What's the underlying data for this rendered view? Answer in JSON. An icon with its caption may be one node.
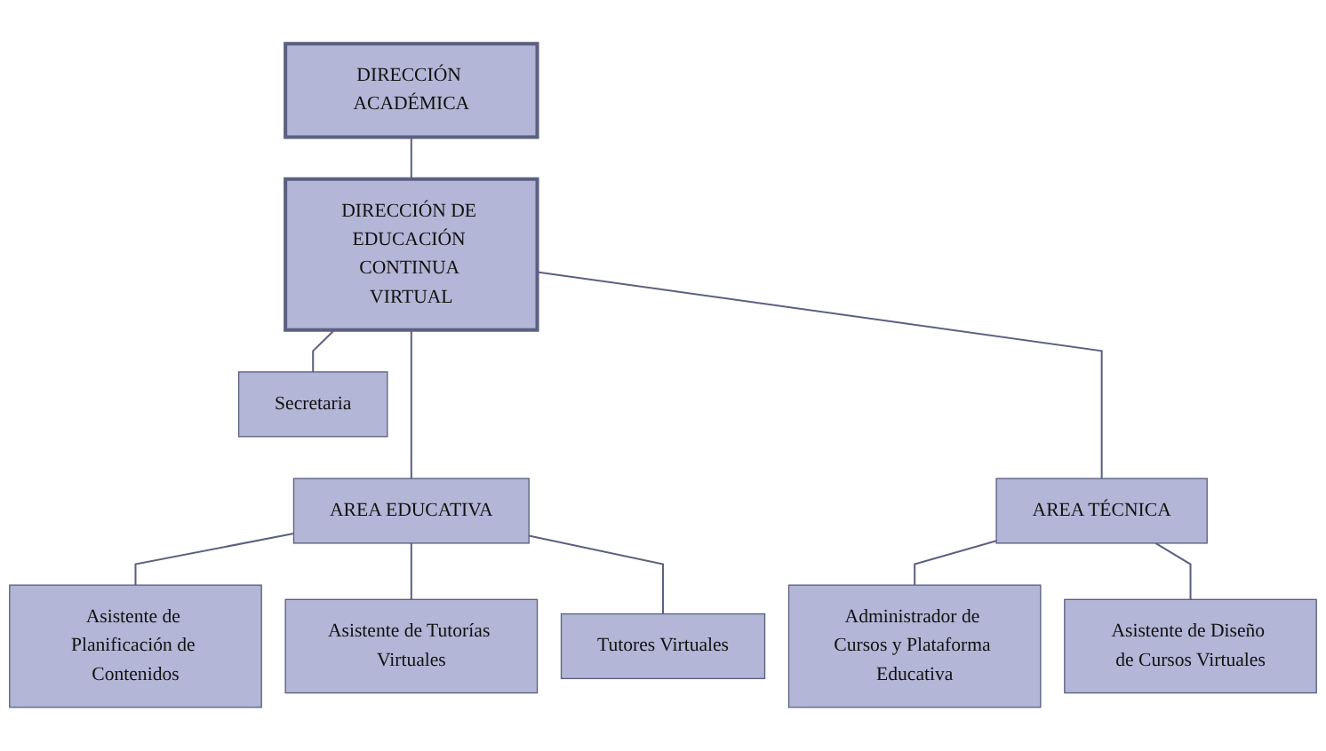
{
  "diagram": {
    "nodes": [
      {
        "text": [
          "DIRECCIÓN ACADÉMICA"
        ]
      },
      {
        "text": [
          "DIRECCIÓN DE EDUCACIÓN CONTINUA VIRTUAL"
        ]
      },
      {
        "text": [
          "Secretaria"
        ]
      },
      {
        "text": [
          "AREA EDUCATIVA"
        ]
      },
      {
        "text": [
          "AREA TÉCNICA"
        ]
      },
      {
        "text": [
          "Asistente de Planificación de Contenidos"
        ]
      },
      {
        "text": [
          "Asistente de Tutorías Virtuales"
        ]
      },
      {
        "text": [
          "Tutores Virtuales"
        ]
      },
      {
        "text": [
          "Administrador de Cursos y Plataforma Educativa"
        ]
      },
      {
        "text": [
          "Asistente de Diseño de Cursos Virtuales"
        ]
      }
    ],
    "edges": [
      {
        "from": 0,
        "to": 1,
        "arrow": "none"
      },
      {
        "from": 1,
        "to": 2,
        "arrow": "none"
      },
      {
        "from": 1,
        "to": 3,
        "arrow": "none"
      },
      {
        "from": 1,
        "to": 4,
        "arrow": "none"
      },
      {
        "from": 3,
        "to": 5,
        "arrow": "none"
      },
      {
        "from": 3,
        "to": 6,
        "arrow": "none"
      },
      {
        "from": 3,
        "to": 7,
        "arrow": "none"
      },
      {
        "from": 4,
        "to": 8,
        "arrow": "none"
      },
      {
        "from": 4,
        "to": 9,
        "arrow": "none"
      }
    ]
  }
}
